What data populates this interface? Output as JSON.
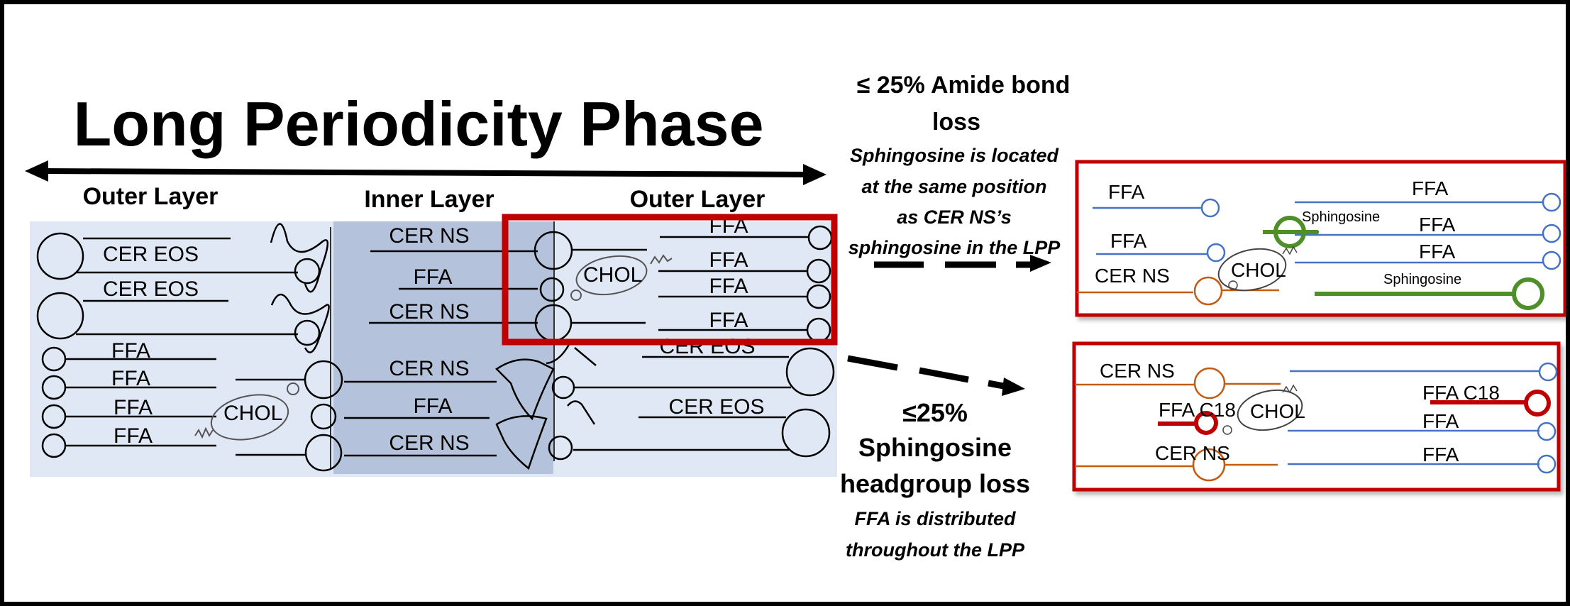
{
  "title": "Long Periodicity Phase",
  "layers": {
    "left": "Outer Layer",
    "middle": "Inner Layer",
    "right": "Outer Layer"
  },
  "lpp_diagram": {
    "left_outer": {
      "cer_eos_1": "CER EOS",
      "cer_eos_2": "CER EOS",
      "ffa_1": "FFA",
      "ffa_2": "FFA",
      "ffa_3": "FFA",
      "ffa_4": "FFA",
      "chol": "CHOL"
    },
    "inner": {
      "cer_ns_1": "CER NS",
      "ffa_1": "FFA",
      "cer_ns_2": "CER NS",
      "cer_ns_3": "CER NS",
      "ffa_2": "FFA",
      "cer_ns_4": "CER NS"
    },
    "right_outer": {
      "ffa_1": "FFA",
      "ffa_2": "FFA",
      "ffa_3": "FFA",
      "ffa_4": "FFA",
      "chol": "CHOL",
      "cer_eos_1": "CER EOS",
      "cer_eos_2": "CER  EOS"
    }
  },
  "amide_bond_loss": {
    "heading_line1": "≤ 25% Amide bond",
    "heading_line2": "loss",
    "caption": [
      "Sphingosine is located",
      "at the same position",
      "as CER NS’s",
      "sphingosine in the LPP"
    ]
  },
  "sphingosine_headgroup_loss": {
    "heading": [
      "≤25%",
      "Sphingosine",
      "headgroup loss"
    ],
    "caption": [
      "FFA is distributed",
      "throughout  the LPP"
    ]
  },
  "amide_box": {
    "ffa_left_1": "FFA",
    "ffa_left_2": "FFA",
    "cer_ns": "CER NS",
    "sphingosine_1": "Sphingosine",
    "chol": "CHOL",
    "ffa_right_1": "FFA",
    "ffa_right_2": "FFA",
    "ffa_right_3": "FFA",
    "sphingosine_2": "Sphingosine"
  },
  "headgroup_box": {
    "cer_ns_1": "CER NS",
    "ffa_c18_left": "FFA C18",
    "chol": "CHOL",
    "cer_ns_2": "CER NS",
    "ffa_c18_right": "FFA C18",
    "ffa_right_1": "FFA",
    "ffa_right_2": "FFA"
  },
  "colors": {
    "highlight_red": "#c00000",
    "ffa_blue": "#4472c4",
    "cer_ns_orange": "#c55a11",
    "sphingosine_green": "#4e8f2a",
    "outer_layer_bg": "#dfe8f4",
    "inner_layer_bg": "#b4c3db"
  }
}
